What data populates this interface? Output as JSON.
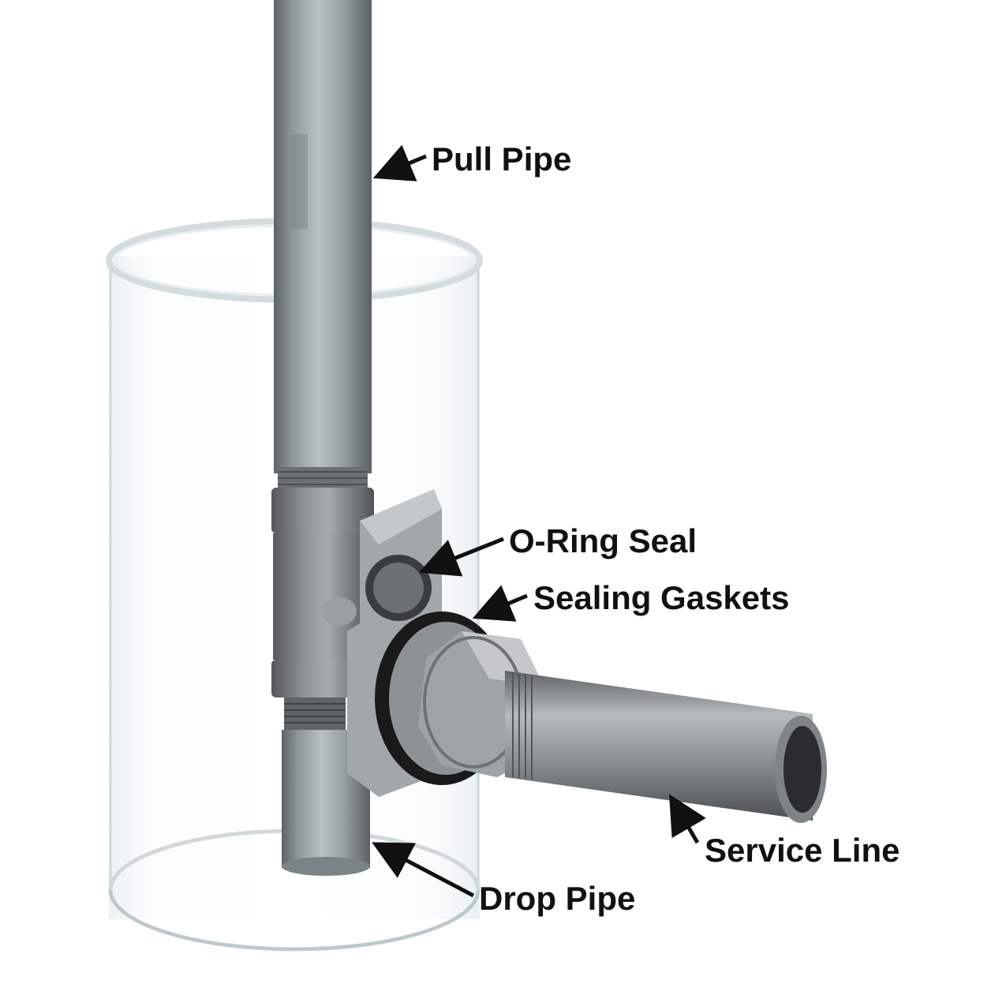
{
  "labels": {
    "pull_pipe": "Pull Pipe",
    "o_ring_seal": "O-Ring Seal",
    "sealing_gaskets": "Sealing Gaskets",
    "service_line": "Service Line",
    "drop_pipe": "Drop Pipe"
  },
  "colors": {
    "background": "#ffffff",
    "label_text": "#111111",
    "arrow": "#111111",
    "galvanized_pipe": "#9aa2a6",
    "steel_fitting": "#8e9496",
    "clear_casing_edge": "#c9d6d8",
    "black_gasket": "#1a1a1a"
  }
}
